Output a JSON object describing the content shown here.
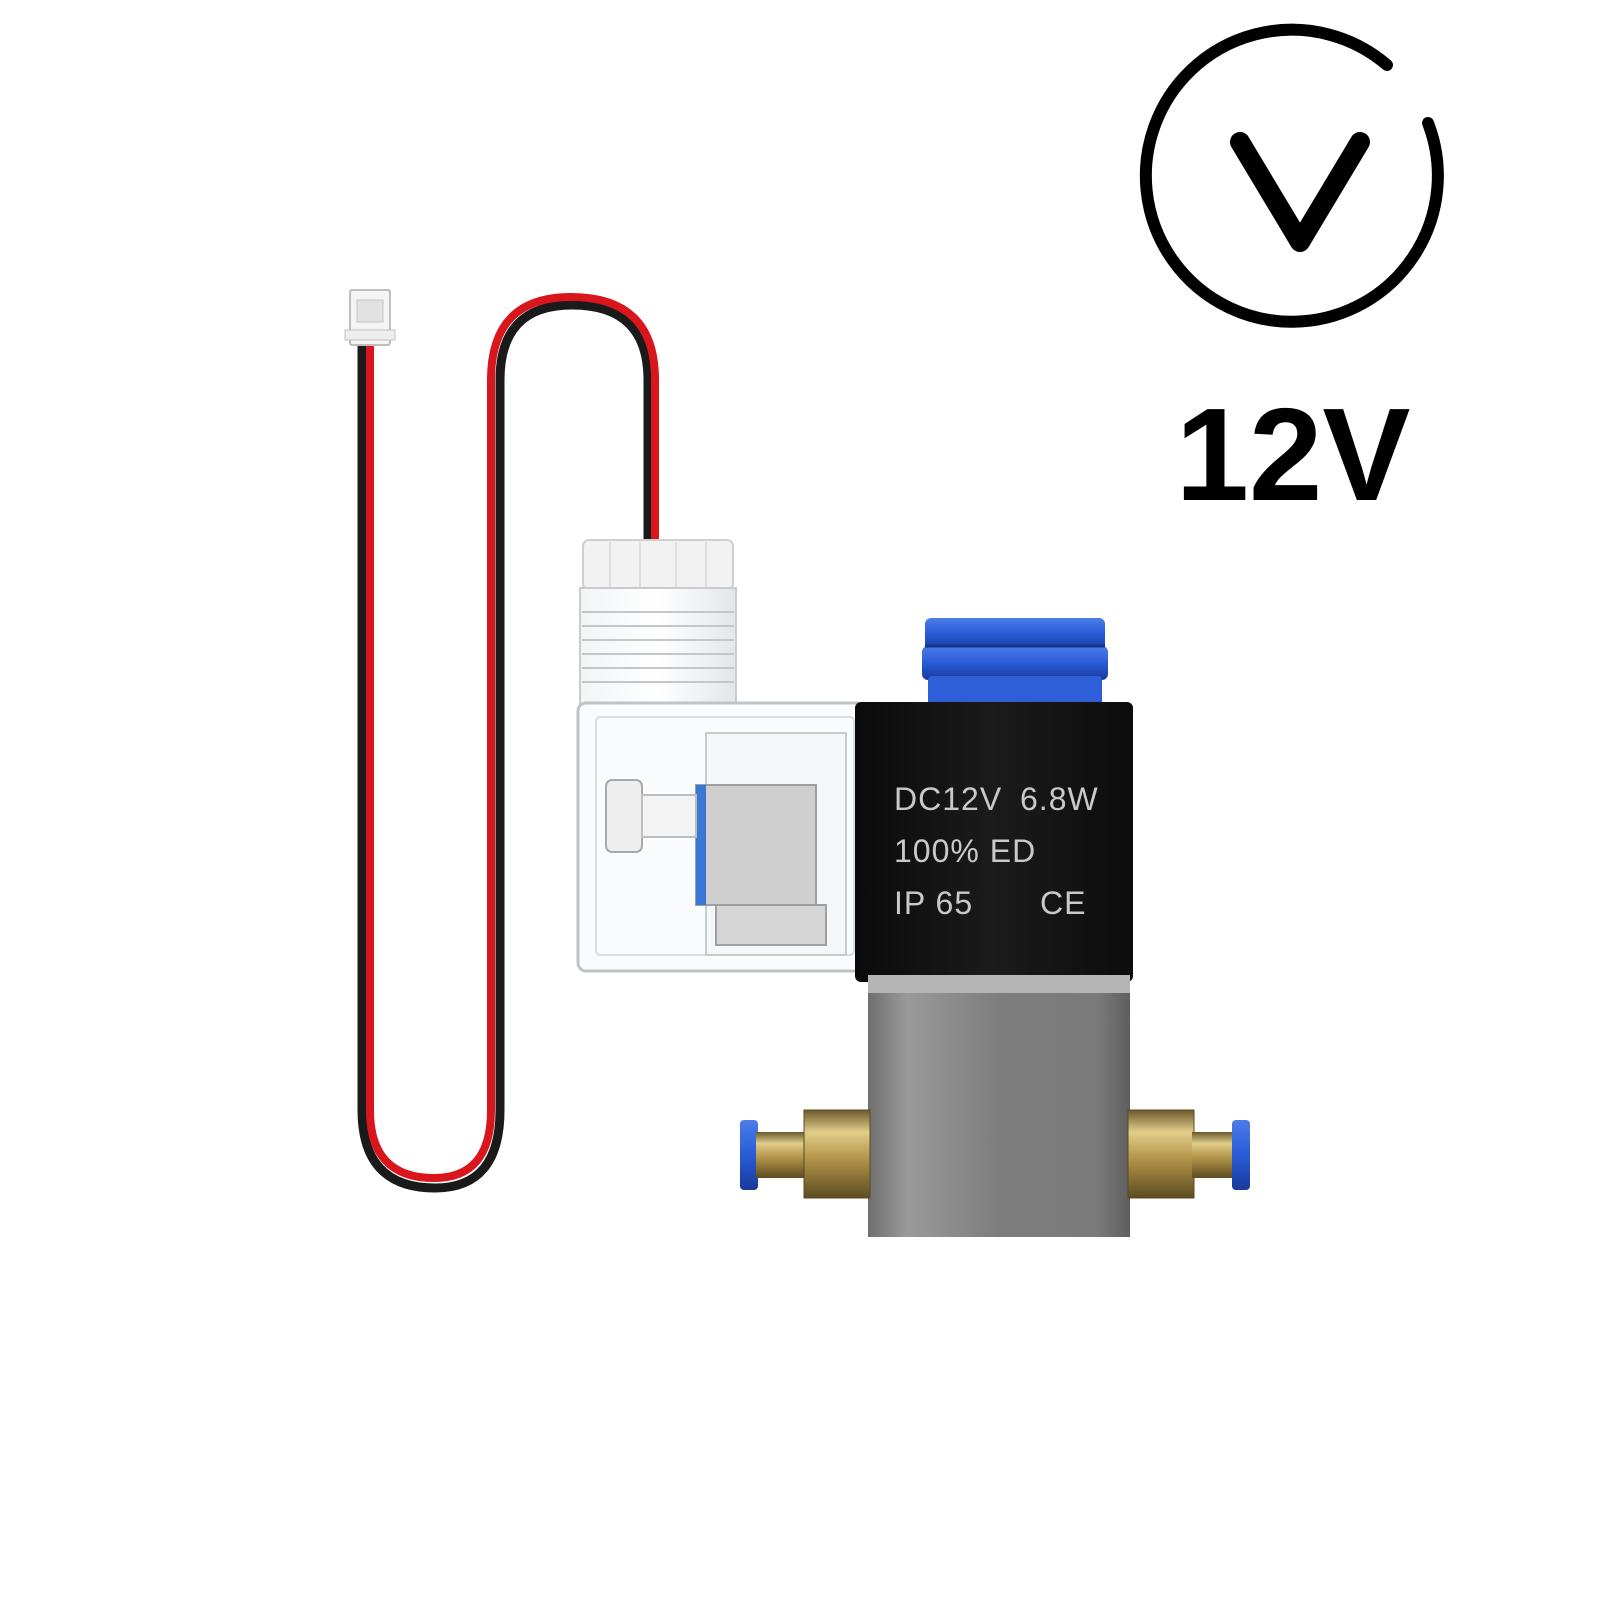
{
  "product": {
    "voltage_label": "12V",
    "voltage_icon": "voltage-v-icon",
    "coil_label": {
      "line1_left": "DC12V",
      "line1_right": "6.8W",
      "line2": "100% ED",
      "line3_left": "IP 65",
      "line3_right": "CE"
    }
  },
  "colors": {
    "wire_red": "#d8161b",
    "wire_black": "#1a1a1a",
    "coil_black": "#111111",
    "body_gray": "#8a8a8a",
    "fitting_blue": "#2a5bd7",
    "brass": "#b79a52"
  }
}
